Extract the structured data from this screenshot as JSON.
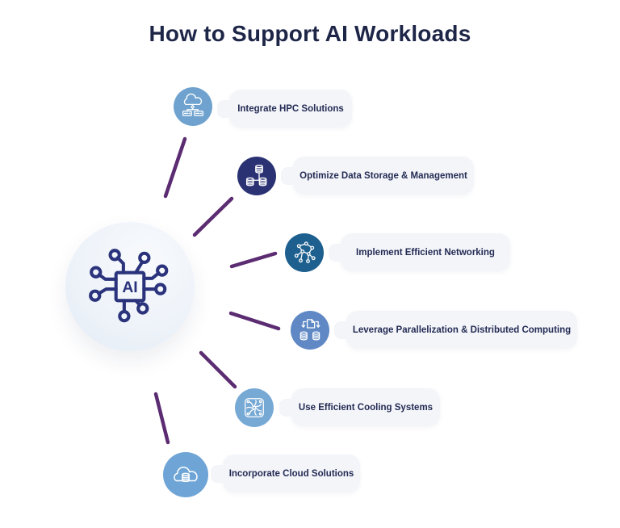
{
  "title": "How to Support AI Workloads",
  "hub": {
    "label": "AI",
    "icon": "ai-chip-icon"
  },
  "colors": {
    "title_text": "#1E2648",
    "connector_line": "#5C2C72",
    "pill_background": "#F3F5F9",
    "pill_text": "#242B54",
    "hub_icon": "#2A337B",
    "hub_background": "#ECF1F8"
  },
  "items": [
    {
      "label": "Integrate HPC Solutions",
      "icon": "hpc-cloud-servers-icon",
      "circle_color": "#6FA2CE"
    },
    {
      "label": "Optimize Data Storage & Management",
      "icon": "database-network-icon",
      "circle_color": "#2A3273"
    },
    {
      "label": "Implement Efficient Networking",
      "icon": "network-graph-icon",
      "circle_color": "#1D5F8E"
    },
    {
      "label": "Leverage Parallelization & Distributed Computing",
      "icon": "document-distribution-icon",
      "circle_color": "#5F88C5"
    },
    {
      "label": "Use Efficient Cooling Systems",
      "icon": "cooling-fan-icon",
      "circle_color": "#77A9D5"
    },
    {
      "label": "Incorporate Cloud Solutions",
      "icon": "cloud-database-icon",
      "circle_color": "#6FA5D6"
    }
  ]
}
